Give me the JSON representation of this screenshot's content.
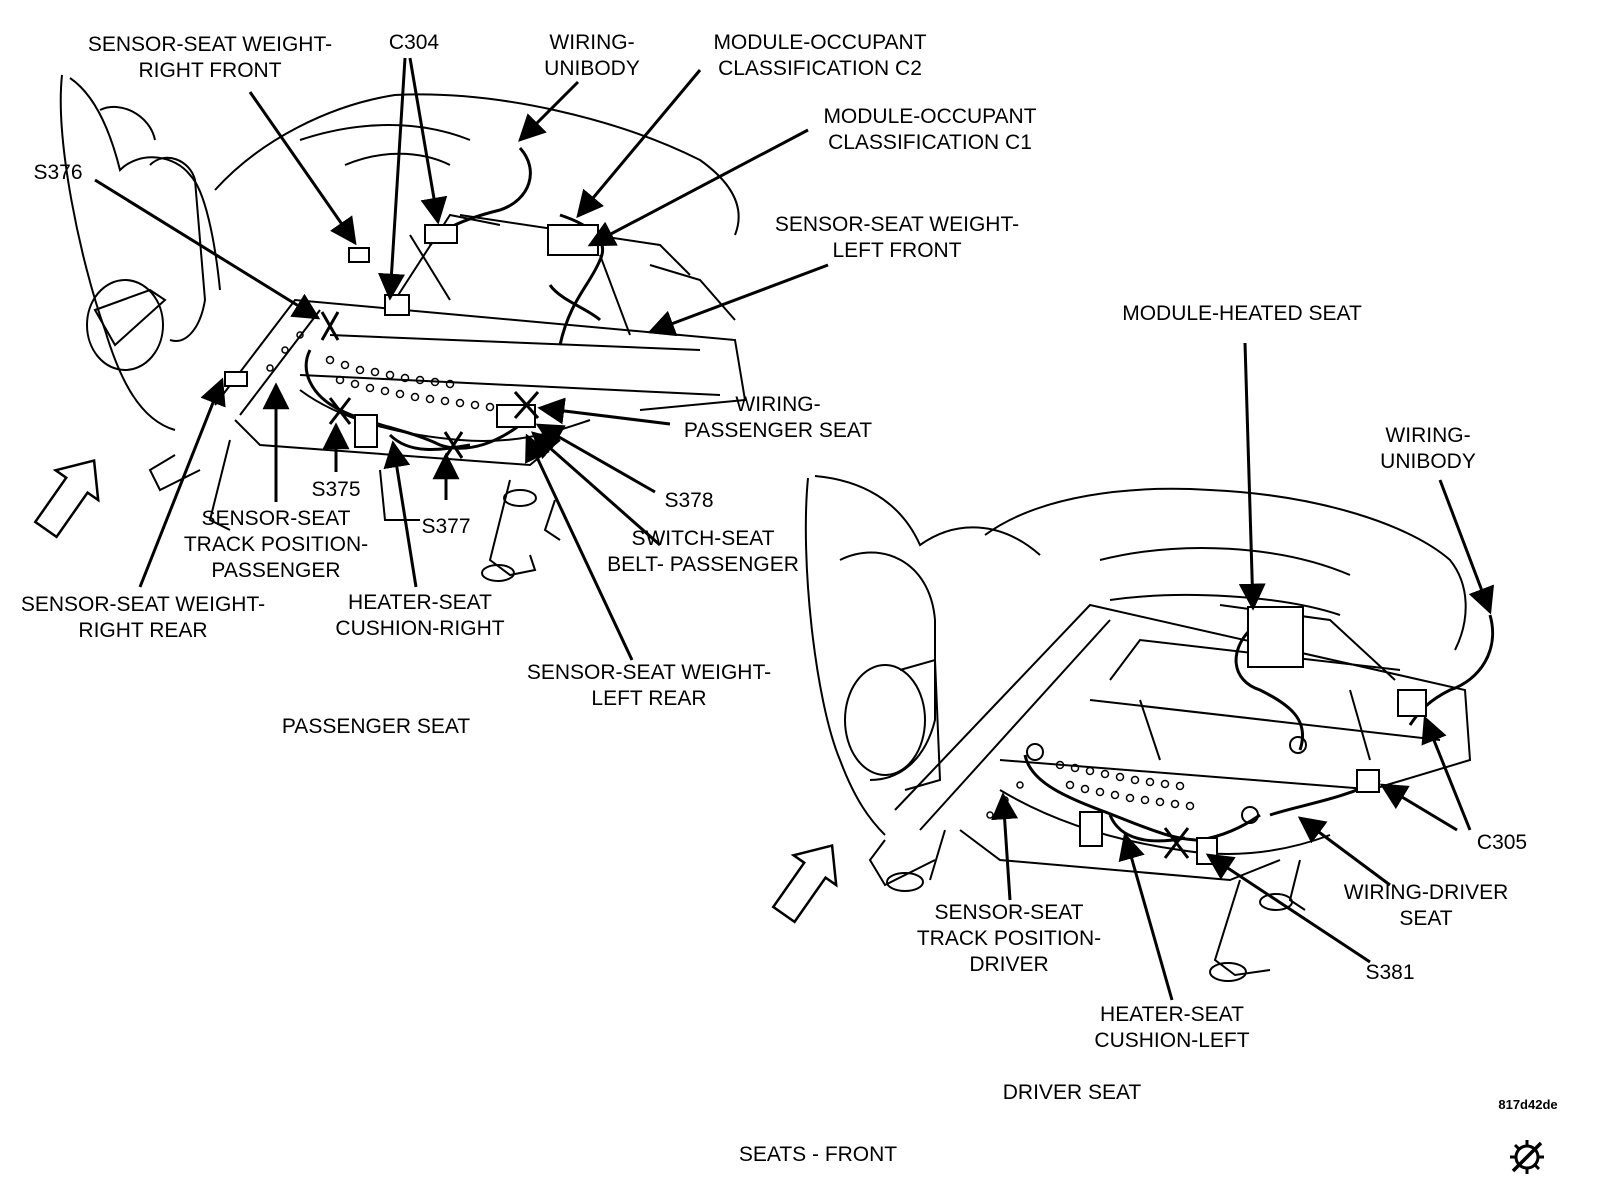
{
  "figure": {
    "caption": "SEATS - FRONT",
    "code": "817d42de"
  },
  "passenger": {
    "view_title": "PASSENGER SEAT",
    "fwd": "FWD",
    "labels": {
      "weight_right_front": "SENSOR-SEAT WEIGHT-\nRIGHT FRONT",
      "c304": "C304",
      "wiring_unibody": "WIRING-\nUNIBODY",
      "occ_c2": "MODULE-OCCUPANT\nCLASSIFICATION C2",
      "occ_c1": "MODULE-OCCUPANT\nCLASSIFICATION C1",
      "s376": "S376",
      "weight_left_front": "SENSOR-SEAT WEIGHT-\nLEFT FRONT",
      "wiring_passenger_seat": "WIRING-\nPASSENGER SEAT",
      "s378": "S378",
      "switch_belt": "SWITCH-SEAT\nBELT- PASSENGER",
      "s375": "S375",
      "s377": "S377",
      "track_position_passenger": "SENSOR-SEAT\nTRACK POSITION-\nPASSENGER",
      "weight_right_rear": "SENSOR-SEAT WEIGHT-\nRIGHT REAR",
      "heater_right": "HEATER-SEAT\nCUSHION-RIGHT",
      "weight_left_rear": "SENSOR-SEAT WEIGHT-\nLEFT REAR"
    }
  },
  "driver": {
    "view_title": "DRIVER SEAT",
    "fwd": "FWD",
    "labels": {
      "heated_module": "MODULE-HEATED SEAT",
      "wiring_unibody": "WIRING-\nUNIBODY",
      "c305": "C305",
      "wiring_driver_seat": "WIRING-DRIVER\nSEAT",
      "s381": "S381",
      "track_position_driver": "SENSOR-SEAT\nTRACK POSITION-\nDRIVER",
      "heater_left": "HEATER-SEAT\nCUSHION-LEFT"
    }
  }
}
